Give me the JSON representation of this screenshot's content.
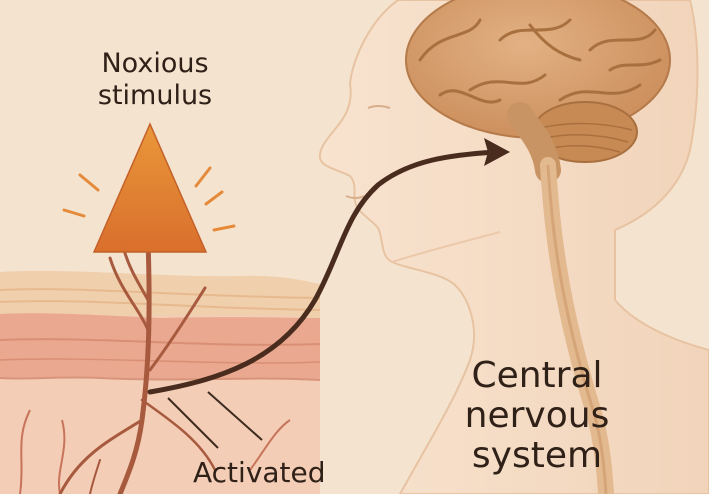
{
  "labels": {
    "stimulus": [
      "Noxious",
      "stimulus"
    ],
    "cns": [
      "Central",
      "nervous",
      "system"
    ],
    "nociceptor": "Activated"
  },
  "colors": {
    "background": "#f4e4cf",
    "skin_top": "#f0cfac",
    "skin_dermis": "#e9a88f",
    "skin_deep": "#f3cdb5",
    "nerve": "#a85a3f",
    "arrow": "#4a2c1f",
    "triangle_top": "#e9973a",
    "triangle_bottom": "#d96f2c",
    "brain": "#d49a68",
    "head": "#f6ddc6",
    "text": "#2f2018"
  },
  "icons": {
    "stimulus": "warning-triangle",
    "brain": "brain",
    "spinal_cord": "spinal-cord"
  }
}
